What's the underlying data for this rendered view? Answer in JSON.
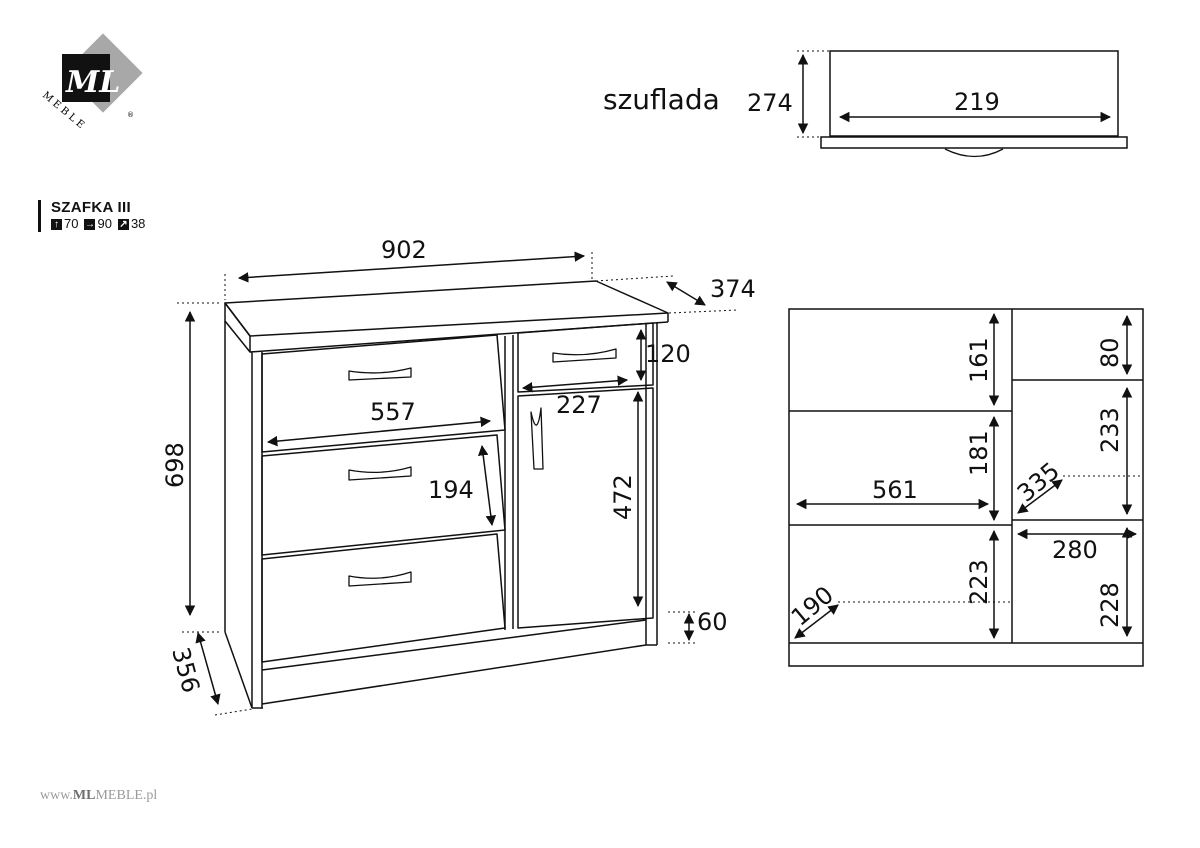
{
  "brand": {
    "logo_letters": "ML",
    "logo_word": "MEBLE",
    "registered": "®",
    "footer_prefix": "www.",
    "footer_bold": "ML",
    "footer_rest": "MEBLE.pl"
  },
  "product": {
    "title": "SZAFKA III",
    "specs": [
      {
        "icon": "arrow-up-icon",
        "glyph": "↑",
        "value": "70"
      },
      {
        "icon": "arrow-right-icon",
        "glyph": "→",
        "value": "90"
      },
      {
        "icon": "arrow-diagonal-icon",
        "glyph": "↗",
        "value": "38"
      }
    ]
  },
  "drawer_view": {
    "label": "szuflada",
    "height": "274",
    "width": "219"
  },
  "cabinet_view": {
    "width": "902",
    "depth_top": "374",
    "height": "698",
    "depth_side": "356",
    "drawer_width": "557",
    "drawer_height": "194",
    "small_drawer_height": "120",
    "small_drawer_width": "227",
    "door_height": "472",
    "plinth": "60"
  },
  "interior_view": {
    "left_top": "161",
    "left_middle": "181",
    "left_width": "561",
    "left_bottom": "223",
    "left_depth": "190",
    "right_top": "80",
    "right_middle": "233",
    "right_depth": "335",
    "right_width": "280",
    "right_bottom": "228"
  },
  "colors": {
    "line": "#111111",
    "logo_grey": "#a8a8a8",
    "footer": "#9a9a9a"
  }
}
